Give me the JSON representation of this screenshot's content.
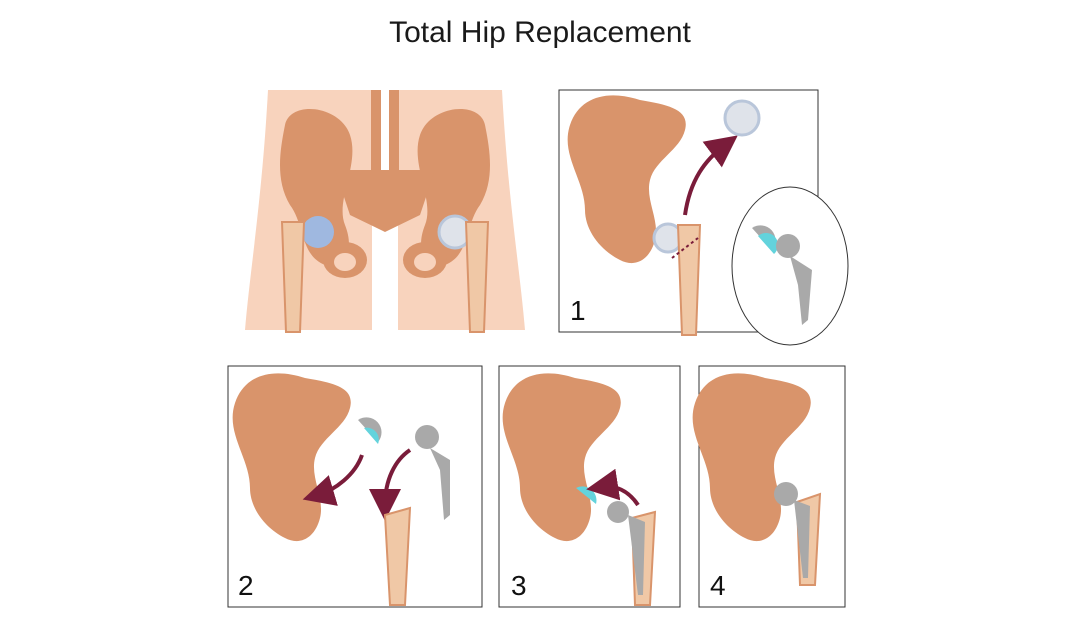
{
  "title": "Total Hip Replacement",
  "steps": [
    {
      "label": "1"
    },
    {
      "label": "2"
    },
    {
      "label": "3"
    },
    {
      "label": "4"
    }
  ],
  "colors": {
    "skin": "#f8d3bd",
    "bone": "#d9946b",
    "bone_light": "#f0c8a6",
    "arrow": "#7a1c3a",
    "cup_liner": "#63d3dc",
    "metal": "#a9a9a9",
    "cartilage": "#9fb8e0"
  }
}
